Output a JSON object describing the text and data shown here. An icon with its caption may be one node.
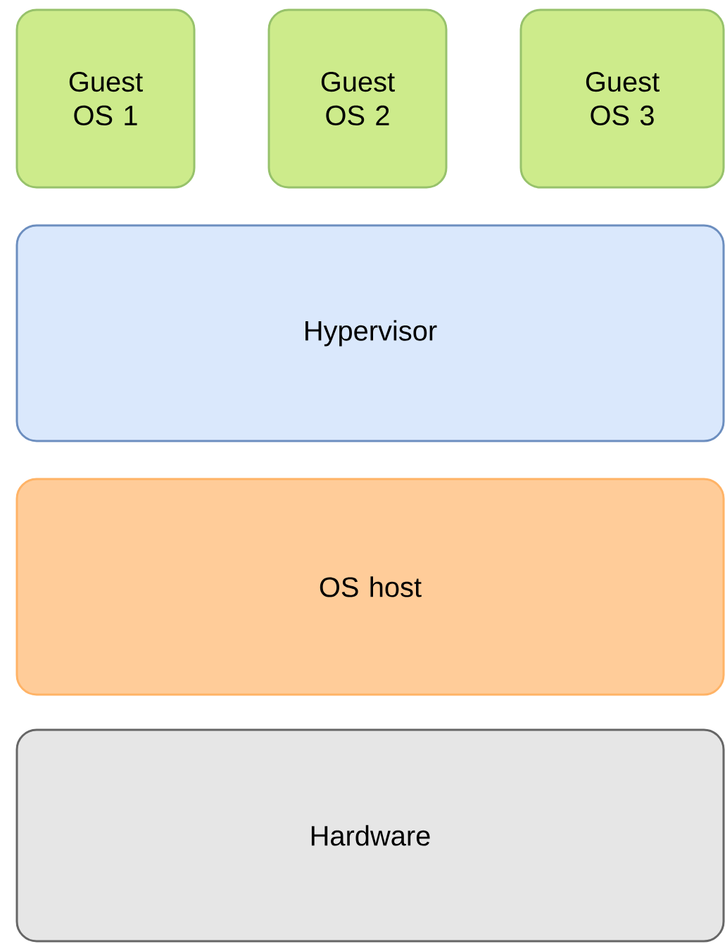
{
  "diagram": {
    "nodes": [
      {
        "text": [
          "Guest OS 1"
        ]
      },
      {
        "text": [
          "Guest OS 2"
        ]
      },
      {
        "text": [
          "Guest OS 3"
        ]
      },
      {
        "text": [
          "Hypervisor"
        ]
      },
      {
        "text": [
          "OS host"
        ]
      },
      {
        "text": [
          "Hardware"
        ]
      }
    ]
  }
}
